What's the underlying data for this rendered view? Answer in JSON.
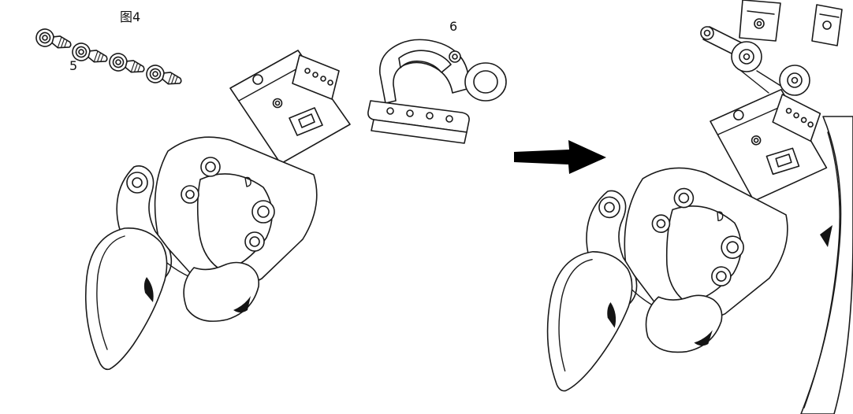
{
  "figure": {
    "title_label": "图4",
    "part5_label": "5",
    "part6_label": "6",
    "screw_count": 4
  },
  "colors": {
    "line": "#1a1a1a",
    "background": "#ffffff",
    "arrow": "#000000"
  }
}
